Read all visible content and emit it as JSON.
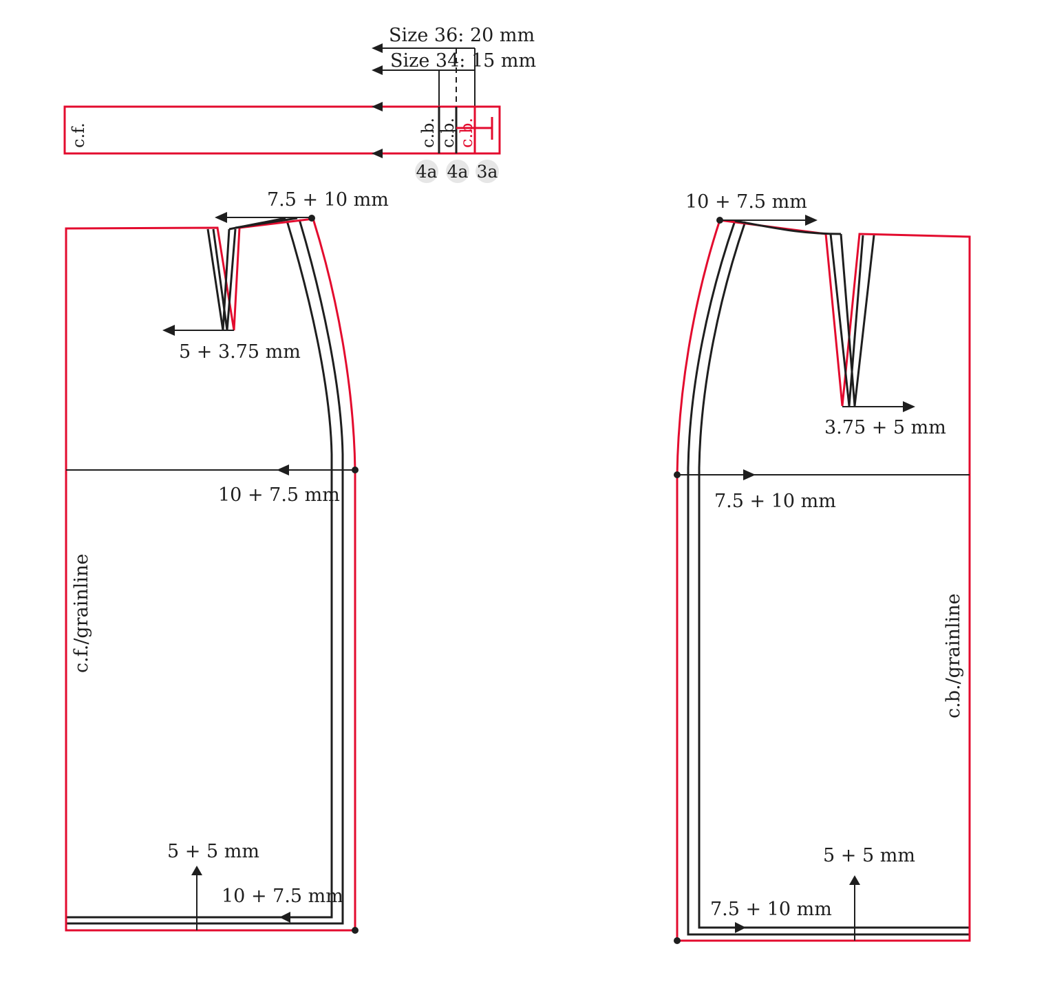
{
  "colors": {
    "accent_red": "#e30b2e",
    "line_black": "#1e1e1e",
    "badge_gray": "#e6e6e6",
    "background": "#ffffff"
  },
  "waistband": {
    "size36": "Size 36: 20 mm",
    "size34": "Size 34: 15 mm",
    "cf_label": "c.f.",
    "cb_labels": [
      "c.b.",
      "c.b.",
      "c.b."
    ],
    "badges": [
      "4a",
      "4a",
      "3a"
    ]
  },
  "front_piece": {
    "waist_side": "7.5 + 10 mm",
    "dart": "5 + 3.75 mm",
    "hip": "10 + 7.5 mm",
    "hem_up": "5 + 5 mm",
    "hem_side": "10 + 7.5 mm",
    "grainline": "c.f./grainline"
  },
  "back_piece": {
    "waist_side": "10 + 7.5 mm",
    "dart": "3.75 + 5 mm",
    "hip": "7.5 + 10 mm",
    "hem_up": "5 + 5 mm",
    "hem_side": "7.5 + 10 mm",
    "grainline": "c.b./grainline"
  }
}
